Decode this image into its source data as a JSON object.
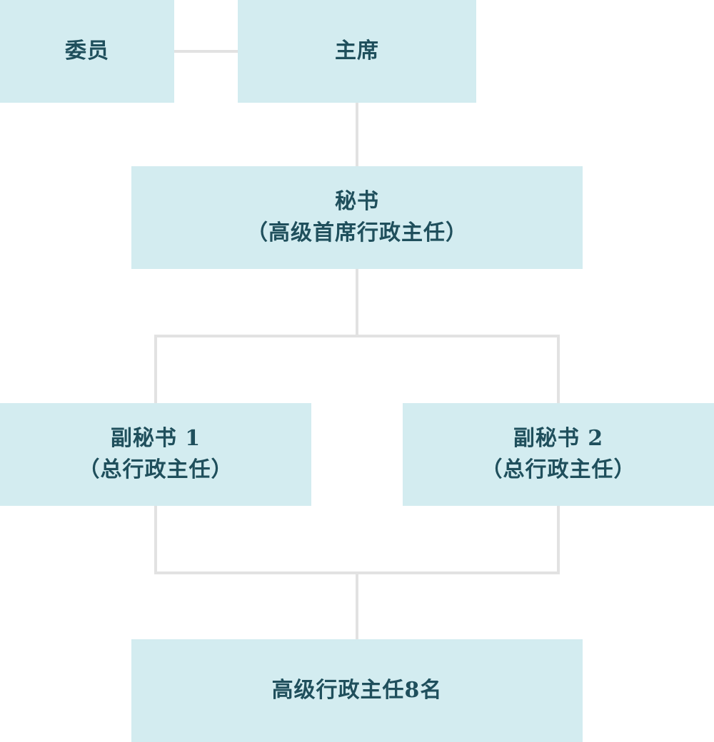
{
  "org_chart": {
    "nodes": {
      "committee_member": {
        "line1": "委员"
      },
      "chairman": {
        "line1": "主席"
      },
      "secretary": {
        "line1": "秘书",
        "line2": "（高级首席行政主任）"
      },
      "deputy_secretary_1": {
        "line1": "副秘书 1",
        "line2": "（总行政主任）"
      },
      "deputy_secretary_2": {
        "line1": "副秘书 2",
        "line2": "（总行政主任）"
      },
      "senior_officers": {
        "line1": "高级行政主任8名"
      }
    },
    "colors": {
      "box_fill": "#d3ecf0",
      "connector": "#e2e2e2",
      "text": "#1f4f5c"
    }
  }
}
